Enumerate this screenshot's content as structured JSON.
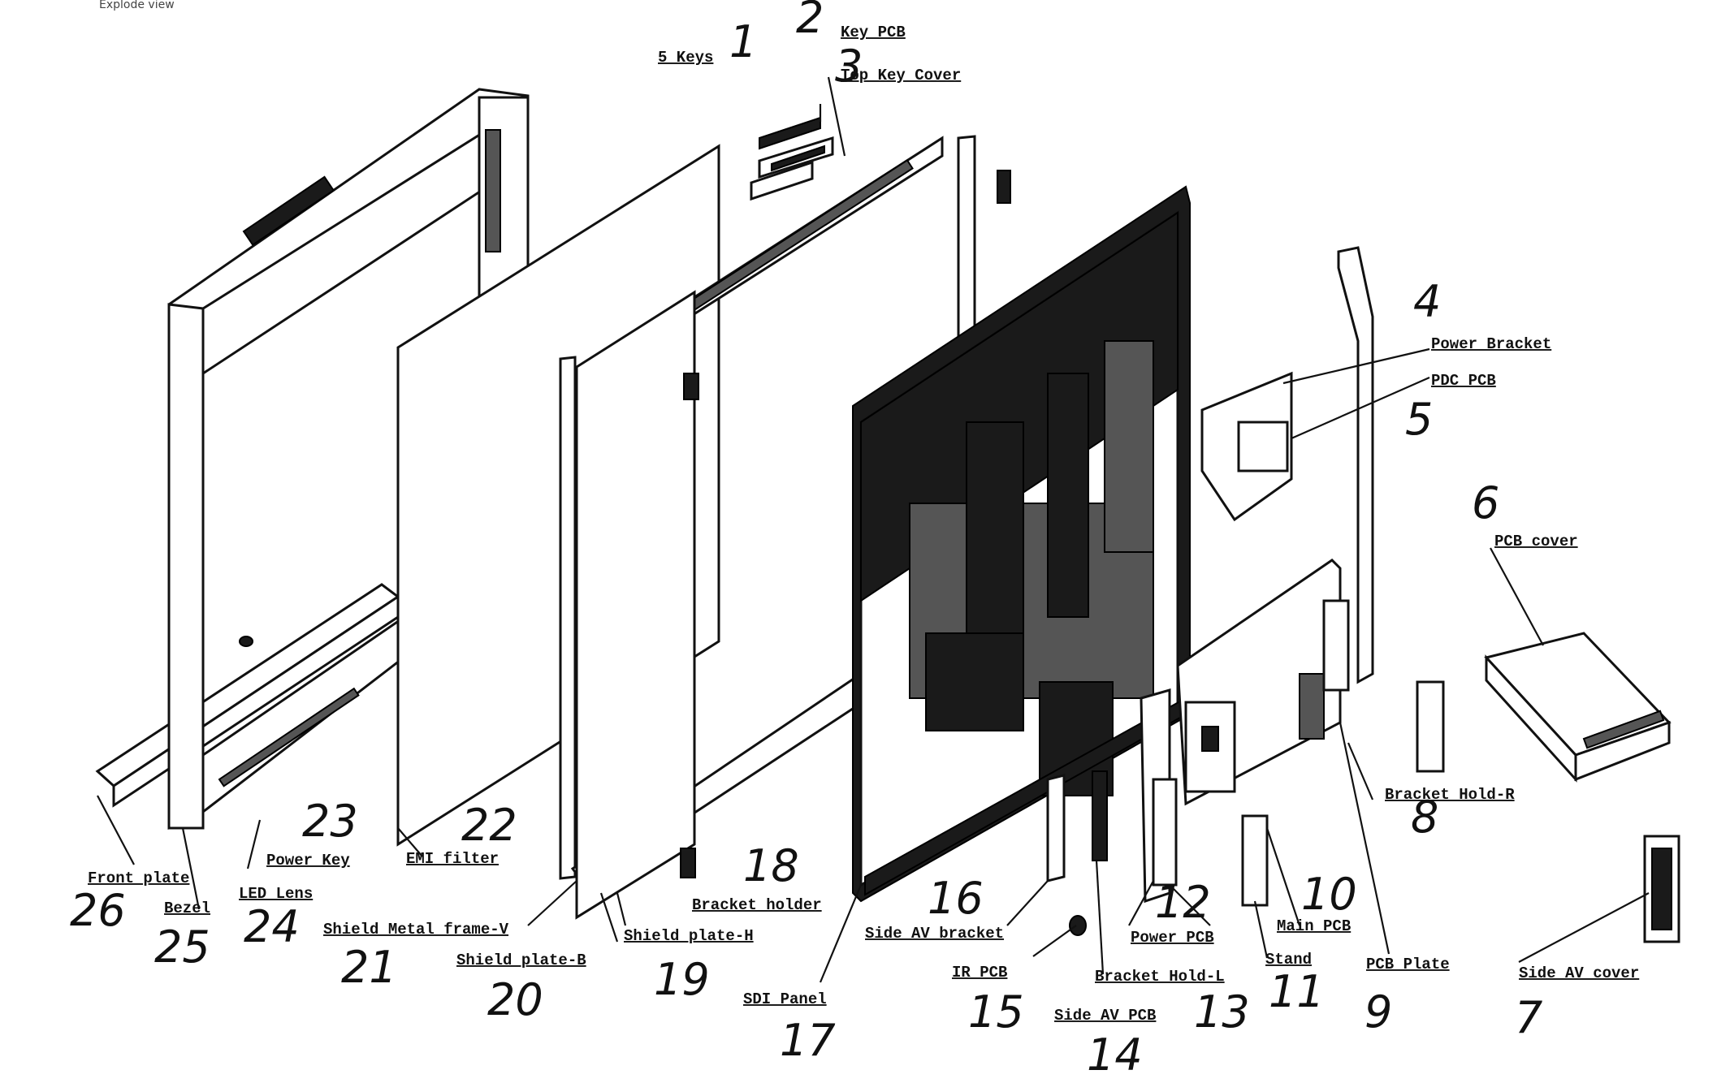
{
  "title": "Explode view",
  "parts": [
    {
      "num": "1",
      "label": "5 Keys"
    },
    {
      "num": "2",
      "label": "Key PCB"
    },
    {
      "num": "3",
      "label": "Top Key Cover"
    },
    {
      "num": "4",
      "label": "Power Bracket"
    },
    {
      "num": "5",
      "label": "PDC PCB"
    },
    {
      "num": "6",
      "label": "PCB cover"
    },
    {
      "num": "7",
      "label": "Side AV cover"
    },
    {
      "num": "8",
      "label": "Bracket Hold-R"
    },
    {
      "num": "9",
      "label": "PCB Plate"
    },
    {
      "num": "10",
      "label": "Main PCB"
    },
    {
      "num": "11",
      "label": "Stand"
    },
    {
      "num": "12",
      "label": "Power PCB"
    },
    {
      "num": "13",
      "label": "Bracket Hold-L"
    },
    {
      "num": "14",
      "label": "Side AV PCB"
    },
    {
      "num": "15",
      "label": "IR PCB"
    },
    {
      "num": "16",
      "label": "Side AV bracket"
    },
    {
      "num": "17",
      "label": "SDI Panel"
    },
    {
      "num": "18",
      "label": "Bracket holder"
    },
    {
      "num": "19",
      "label": "Shield plate-H"
    },
    {
      "num": "20",
      "label": "Shield plate-B"
    },
    {
      "num": "21",
      "label": "Shield Metal frame-V"
    },
    {
      "num": "22",
      "label": "EMI filter"
    },
    {
      "num": "23",
      "label": "Power Key"
    },
    {
      "num": "24",
      "label": "LED Lens"
    },
    {
      "num": "25",
      "label": "Bezel"
    },
    {
      "num": "26",
      "label": "Front plate"
    }
  ]
}
